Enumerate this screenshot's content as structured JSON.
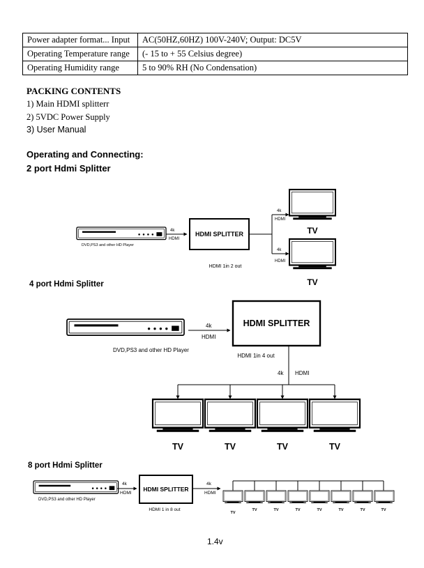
{
  "specs": [
    {
      "label": "Power adapter format... Input",
      "value": "AC(50HZ,60HZ) 100V-240V; Output: DC5V"
    },
    {
      "label": "Operating Temperature range",
      "value": "(- 15 to + 55 Celsius degree)"
    },
    {
      "label": "Operating Humidity range",
      "value": "5 to 90% RH (No Condensation)"
    }
  ],
  "packing": {
    "title": "PACKING CONTENTS",
    "items": [
      "1) Main HDMI splitterr",
      "2) 5VDC Power Supply",
      "3) User Manual"
    ]
  },
  "operating": {
    "title": "Operating and Connecting:"
  },
  "diagrams": {
    "two_port": {
      "title": "2 port Hdmi Splitter",
      "player_label": "DVD,PS3 and other HD Player",
      "splitter_label": "HDMI SPLITTER",
      "caption": "HDMI 1in 2 out",
      "signal_4k": "4k",
      "signal_hdmi": "HDMI",
      "tv_label": "TV"
    },
    "four_port": {
      "title": "4 port Hdmi Splitter",
      "player_label": "DVD,PS3 and other HD Player",
      "splitter_label": "HDMI SPLITTER",
      "caption": "HDMI 1in 4 out",
      "signal_4k": "4k",
      "signal_hdmi": "HDMI",
      "tv_label": "TV"
    },
    "eight_port": {
      "title": "8 port Hdmi Splitter",
      "player_label": "DVD,PS3 and other HD Player",
      "splitter_label": "HDMI SPLITTER",
      "caption": "HDMI 1 in 8 out",
      "signal_4k": "4k",
      "signal_hdmi": "HDMI",
      "tv_label": "TV"
    }
  },
  "footer": {
    "version": "1.4v"
  }
}
